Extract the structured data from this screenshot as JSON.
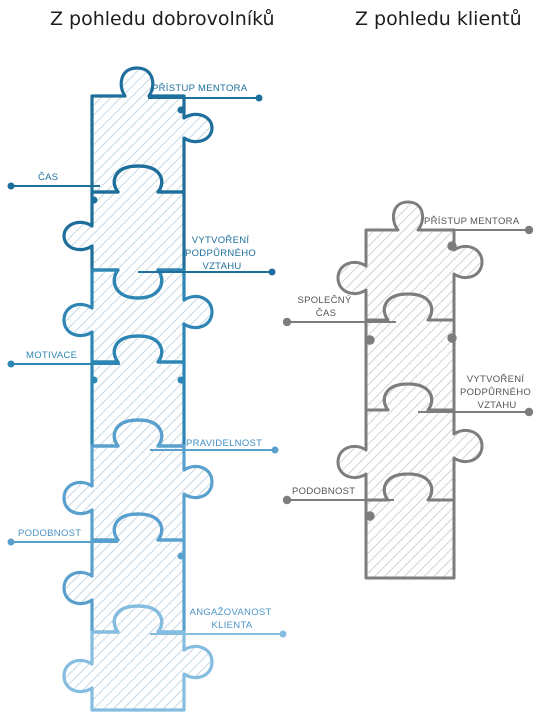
{
  "titles": {
    "left": "Z pohledu dobrovolníků",
    "right": "Z pohledu klientů"
  },
  "colors": {
    "left_dark": "#1e6f9c",
    "left_mid": "#2e86b5",
    "left_light": "#5aa0cf",
    "left_pale": "#84bde0",
    "right": "#7d7d7d",
    "hatch_left": "#b7cfdc",
    "hatch_right": "#c9c9c9"
  },
  "left_column": {
    "labels": [
      {
        "id": "pristup-mentora",
        "lines": [
          "PŘÍSTUP MENTORA"
        ]
      },
      {
        "id": "cas",
        "lines": [
          "ČAS"
        ]
      },
      {
        "id": "vytvoreni-vztahu",
        "lines": [
          "VYTVOŘENÍ",
          "PODPŮRNÉHO",
          "VZTAHU"
        ]
      },
      {
        "id": "motivace",
        "lines": [
          "MOTIVACE"
        ]
      },
      {
        "id": "pravidelnost",
        "lines": [
          "PRAVIDELNOST"
        ]
      },
      {
        "id": "podobnost",
        "lines": [
          "PODOBNOST"
        ]
      },
      {
        "id": "angazovanost",
        "lines": [
          "ANGAŽOVANOST",
          "KLIENTA"
        ]
      }
    ]
  },
  "right_column": {
    "labels": [
      {
        "id": "pristup-mentora",
        "lines": [
          "PŘÍSTUP MENTORA"
        ]
      },
      {
        "id": "spolecny-cas",
        "lines": [
          "SPOLEČNÝ",
          "ČAS"
        ]
      },
      {
        "id": "vytvoreni-vztahu",
        "lines": [
          "VYTVOŘENÍ",
          "PODPŮRNÉHO",
          "VZTAHU"
        ]
      },
      {
        "id": "podobnost",
        "lines": [
          "PODOBNOST"
        ]
      }
    ]
  }
}
